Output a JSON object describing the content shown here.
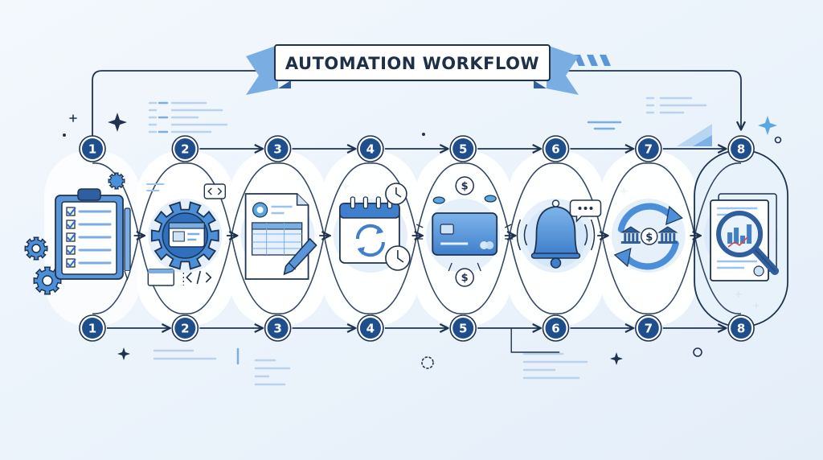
{
  "title": "AUTOMATION WORKFLOW",
  "steps": [
    {
      "top": "1",
      "bottom": "1",
      "icon": "clipboard-checklist-icon"
    },
    {
      "top": "2",
      "bottom": "2",
      "icon": "gear-code-icon"
    },
    {
      "top": "3",
      "bottom": "3",
      "icon": "document-edit-icon"
    },
    {
      "top": "4",
      "bottom": "4",
      "icon": "calendar-schedule-icon"
    },
    {
      "top": "5",
      "bottom": "5",
      "icon": "credit-card-payment-icon"
    },
    {
      "top": "6",
      "bottom": "6",
      "icon": "notification-bell-icon"
    },
    {
      "top": "7",
      "bottom": "7",
      "icon": "bank-transfer-sync-icon"
    },
    {
      "top": "8",
      "bottom": "8",
      "icon": "report-analytics-magnifier-icon"
    }
  ],
  "colors": {
    "navy": "#1f4e8c",
    "line": "#1e3350",
    "accent": "#4a8fd8",
    "light": "#cfe3f7",
    "background": "#eef5fc"
  }
}
